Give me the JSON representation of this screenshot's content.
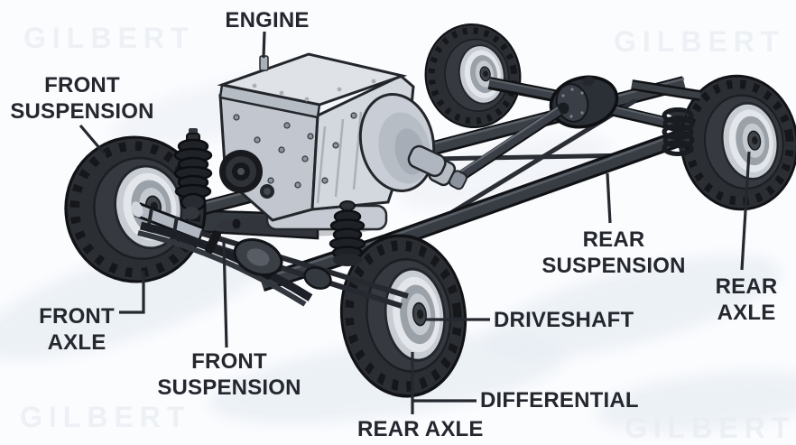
{
  "watermark": {
    "text": "GILBERT"
  },
  "labels": {
    "engine": {
      "text": "ENGINE"
    },
    "front_suspension_upper": {
      "line1": "FRONT",
      "line2": "SUSPENSION"
    },
    "front_axle": {
      "line1": "FRONT",
      "line2": "AXLE"
    },
    "front_suspension_lower": {
      "line1": "FRONT",
      "line2": "SUSPENSION"
    },
    "rear_suspension": {
      "line1": "REAR",
      "line2": "SUSPENSION"
    },
    "rear_axle_side": {
      "line1": "REAR",
      "line2": "AXLE"
    },
    "driveshaft": {
      "text": "DRIVESHAFT"
    },
    "differential": {
      "text": "DIFFERENTIAL"
    },
    "rear_axle_bottom": {
      "text": "REAR AXLE"
    }
  },
  "colors": {
    "label_text": "#24272e",
    "leader_line": "#25282e",
    "watermark": "#edf0f5",
    "background": "#fbfcfe",
    "tire": "#2b2e33",
    "rim": "#c8cdd4",
    "engine_body": "#ced3da",
    "frame": "#3a3e45"
  }
}
